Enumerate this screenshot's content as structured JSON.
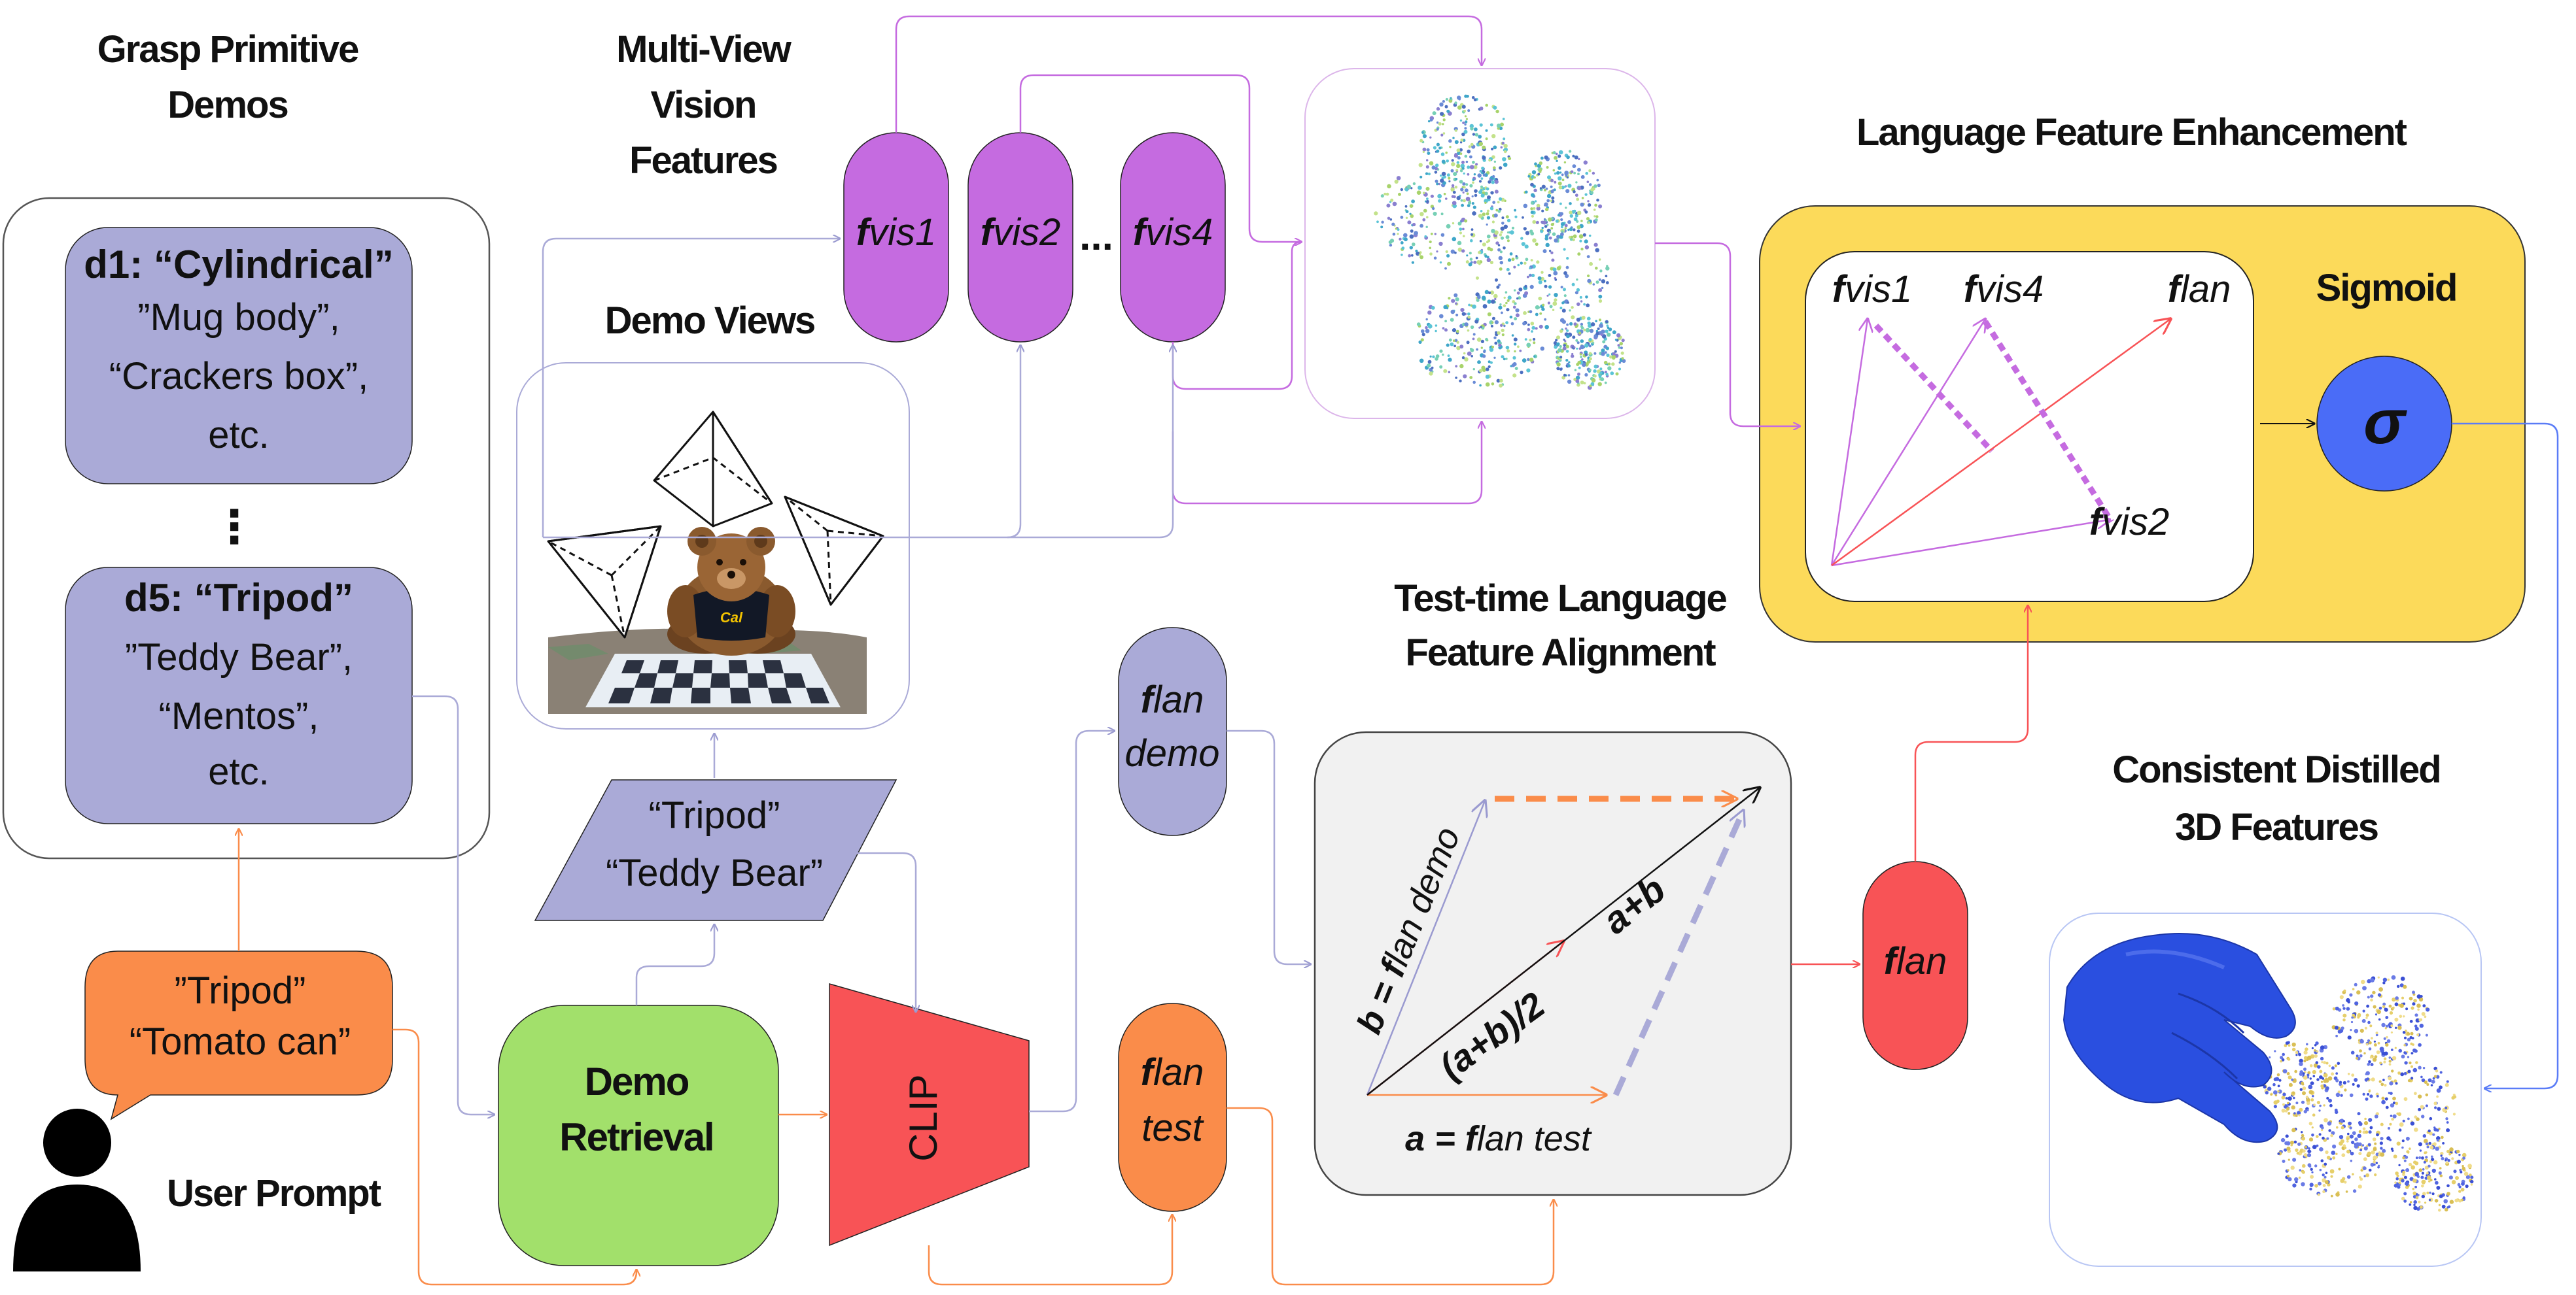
{
  "headers": {
    "grasp_demos": [
      "Grasp Primitive",
      "Demos"
    ],
    "multi_view": [
      "Multi-View",
      "Vision",
      "Features"
    ],
    "demo_views": "Demo Views",
    "lang_enh": "Language Feature Enhancement",
    "test_time": [
      "Test-time Language",
      "Feature Alignment"
    ],
    "consistent": [
      "Consistent Distilled",
      "3D Features"
    ],
    "user_prompt": "User Prompt",
    "sigmoid": "Sigmoid"
  },
  "demos": {
    "d1_title": "d1: “Cylindrical”",
    "d1_lines": [
      "”Mug body”,",
      "“Crackers box”,",
      "etc."
    ],
    "ellipsis": "⋮",
    "d5_title": "d5: “Tripod”",
    "d5_lines": [
      "”Teddy Bear”,",
      "“Mentos”,",
      "etc."
    ]
  },
  "user": {
    "lines": [
      "”Tripod”",
      "“Tomato can”"
    ]
  },
  "retrieval": {
    "lines": [
      "Demo",
      "Retrieval"
    ]
  },
  "retrieved": {
    "lines": [
      "“Tripod”",
      "“Teddy Bear”"
    ]
  },
  "clip": "CLIP",
  "vis": {
    "f": "f",
    "labels": [
      "vis1",
      "vis2",
      "vis4"
    ],
    "dots": "..."
  },
  "flan_demo": {
    "f": "f",
    "l1": "lan",
    "l2": "demo"
  },
  "flan_test": {
    "f": "f",
    "l1": "lan",
    "l2": "test"
  },
  "flan_out": {
    "f": "f",
    "l": "lan"
  },
  "align": {
    "b_label": {
      "pre": "b = ",
      "f": "f",
      "post": "lan demo"
    },
    "a_label": {
      "pre": "a = ",
      "f": "f",
      "post": "lan test"
    },
    "half": "(a+b)/2",
    "sum": "a+b"
  },
  "enh": {
    "v1": "vis1",
    "v4": "vis4",
    "v2": "vis2",
    "lan": "lan",
    "f": "f",
    "sigma": "σ"
  },
  "colors": {
    "purple": "#c56be0",
    "lavender": "#aaaad7",
    "orange": "#fa8c4a",
    "green": "#a2e06b",
    "red": "#f85356",
    "yellow": "#fcda5a",
    "blue": "#4a6cf7"
  }
}
